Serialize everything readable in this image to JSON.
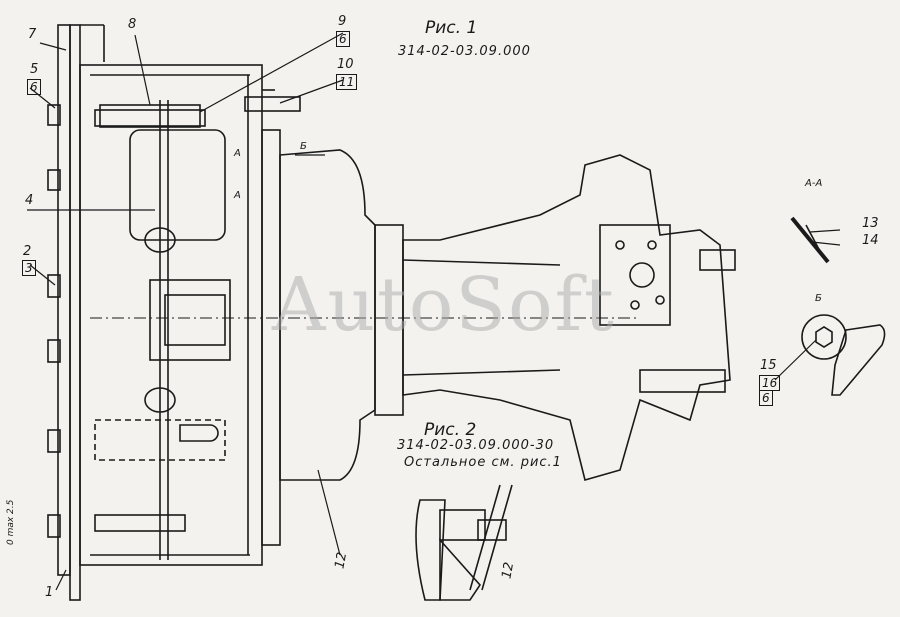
{
  "figure1": {
    "title": "Рис. 1",
    "code": "314-02-03.09.000"
  },
  "figure2": {
    "title": "Рис. 2",
    "code": "314-02-03.09.000-30",
    "note": "Остальное см. рис.1"
  },
  "section_labels": {
    "aa": "А-А",
    "b": "Б",
    "view_b": "Б",
    "a_top": "А",
    "a_bottom": "А"
  },
  "callouts": [
    {
      "id": "1"
    },
    {
      "id": "2",
      "sub": "3"
    },
    {
      "id": "4"
    },
    {
      "id": "5",
      "sub": "6"
    },
    {
      "id": "7"
    },
    {
      "id": "8"
    },
    {
      "id": "9",
      "sub": "6"
    },
    {
      "id": "10",
      "sub": "11"
    },
    {
      "id": "12"
    },
    {
      "id": "12b",
      "text": "12"
    },
    {
      "id": "13"
    },
    {
      "id": "14"
    },
    {
      "id": "15",
      "sub": "16",
      "sub2": "6"
    }
  ],
  "callout_text": {
    "c1": "1",
    "c2": "2",
    "c3": "3",
    "c4": "4",
    "c5": "5",
    "c6": "6",
    "c7": "7",
    "c8": "8",
    "c9": "9",
    "c9s": "6",
    "c10": "10",
    "c11": "11",
    "c12": "12",
    "c12b": "12",
    "c13": "13",
    "c14": "14",
    "c15": "15",
    "c16": "16",
    "c6b": "6"
  },
  "dimension_text": "0 max 2.5",
  "watermark": "AutoSoft"
}
